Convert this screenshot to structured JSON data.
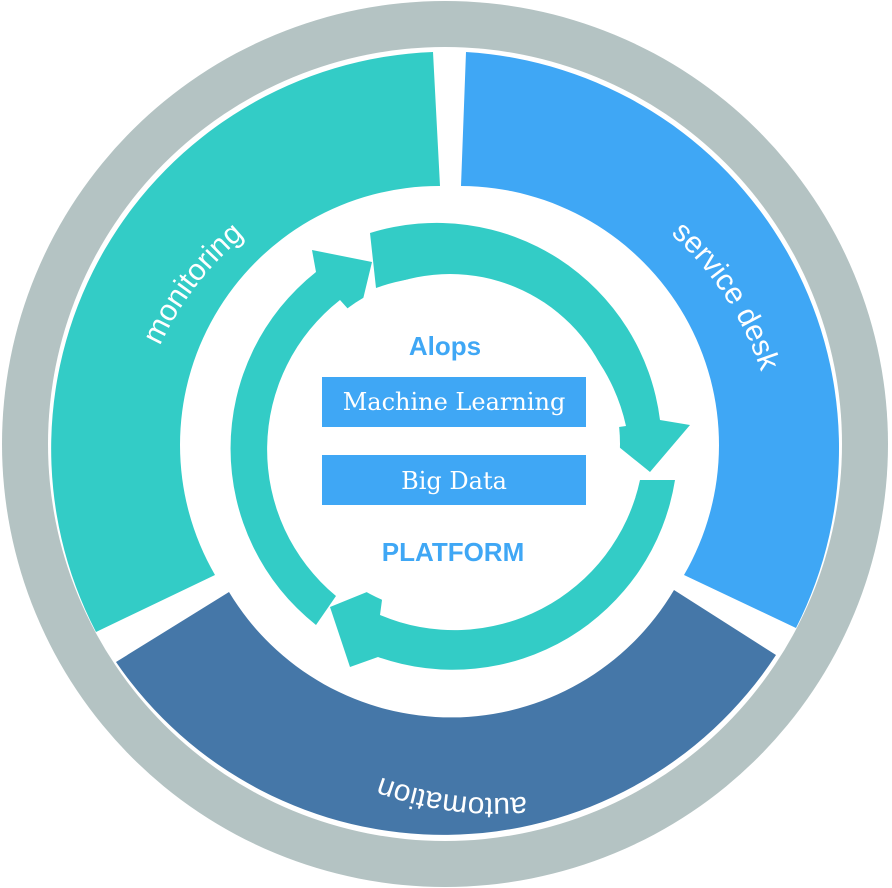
{
  "colors": {
    "outer_ring": "#b4c3c3",
    "monitoring": "#33ccc6",
    "service_desk": "#3fa7f5",
    "automation": "#4577a8",
    "cycle_arrows": "#33ccc6",
    "core_text": "#3fa7f5",
    "box_fill": "#3fa7f5",
    "box_text": "#ffffff",
    "background": "#ffffff"
  },
  "segments": {
    "monitoring": "monitoring",
    "service_desk": "service desk",
    "automation": "automation"
  },
  "core": {
    "title": "Alops",
    "boxes": [
      "Machine Learning",
      "Big Data"
    ],
    "footer": "PLATFORM"
  },
  "icons": {
    "cycle": "circular-arrows-icon"
  }
}
